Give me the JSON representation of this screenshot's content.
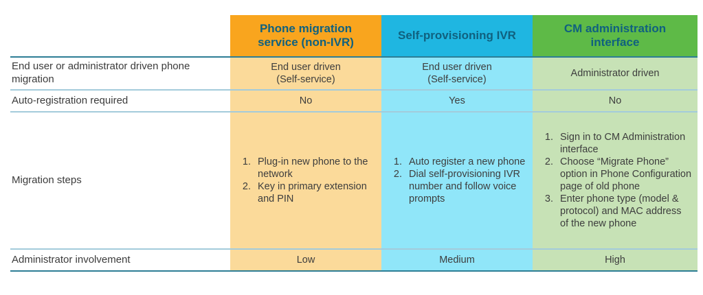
{
  "colors": {
    "col1_header_bg": "#f9a51e",
    "col1_body_bg": "#fbda9a",
    "col2_header_bg": "#1fb6e1",
    "col2_body_bg": "#90e6f9",
    "col3_header_bg": "#5eba47",
    "col3_body_bg": "#c7e2b6",
    "header_text": "#10617f",
    "body_text": "#3d3d3d",
    "rule_dark": "#2c7d95",
    "rule_light": "#a3cbdb"
  },
  "table": {
    "row_labels": {
      "driven": "End user or administrator driven phone migration",
      "auto_registration": "Auto-registration required",
      "migration_steps": "Migration steps",
      "admin_involvement": "Administrator involvement"
    },
    "columns": [
      {
        "header": "Phone migration\nservice (non-IVR)",
        "driven": "End user driven\n(Self-service)",
        "auto_registration": "No",
        "migration_steps": [
          "Plug-in new phone to the network",
          "Key in primary extension and PIN"
        ],
        "admin_involvement": "Low"
      },
      {
        "header": "Self-provisioning IVR",
        "driven": "End user driven\n(Self-service)",
        "auto_registration": "Yes",
        "migration_steps": [
          "Auto register a new phone",
          "Dial self-provisioning IVR number and follow voice prompts"
        ],
        "admin_involvement": "Medium"
      },
      {
        "header": "CM administration\ninterface",
        "driven": "Administrator driven",
        "auto_registration": "No",
        "migration_steps": [
          "Sign in to CM Administration interface",
          "Choose “Migrate Phone” option in Phone Configuration page of old phone",
          "Enter phone type (model & protocol) and MAC address of the new phone"
        ],
        "admin_involvement": "High"
      }
    ]
  }
}
